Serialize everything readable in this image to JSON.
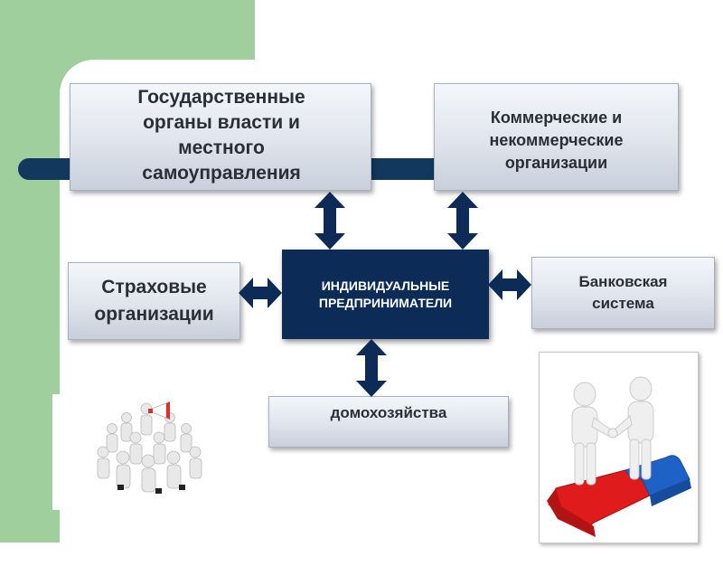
{
  "boxes": {
    "government": "Государственные\nорганы власти и\nместного\nсамоуправления",
    "commercial": "Коммерческие и\nнекоммерческие\nорганизации",
    "insurance": "Страховые\nорганизации",
    "banking": "Банковская\nсистема",
    "households": "домохозяйства",
    "entrepreneurs": "ИНДИВИДУАЛЬНЫЕ\nПРЕДПРИНИМАТЕЛИ"
  },
  "colors": {
    "background_corner": "#9fcf9c",
    "dark_navy": "#0c2c57",
    "box_gray": "#dfe4ed",
    "puzzle_red": "#e01b1b",
    "puzzle_blue": "#1e62c8",
    "figure_white": "#eeeeee"
  },
  "images": {
    "team_group": "group-of-people-with-megaphone-icon",
    "handshake": "handshake-on-puzzle-icon"
  }
}
